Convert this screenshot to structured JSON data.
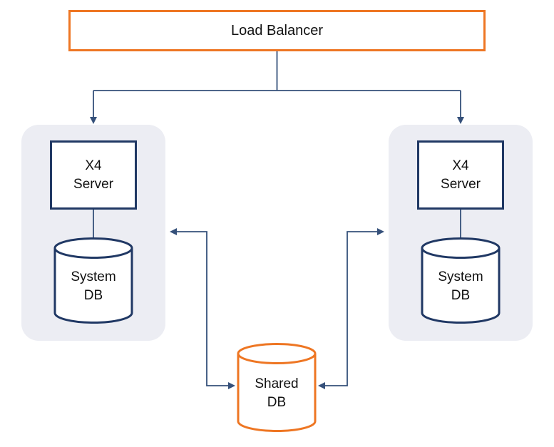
{
  "colors": {
    "orange": "#EE7623",
    "navy": "#203864",
    "connector": "#35507A",
    "panel": "#ECEDF3",
    "text": "#111111"
  },
  "nodes": {
    "load_balancer": {
      "label": "Load Balancer"
    },
    "server_left": {
      "line1": "X4",
      "line2": "Server"
    },
    "server_right": {
      "line1": "X4",
      "line2": "Server"
    },
    "db_left": {
      "line1": "System",
      "line2": "DB"
    },
    "db_right": {
      "line1": "System",
      "line2": "DB"
    },
    "db_shared": {
      "line1": "Shared",
      "line2": "DB"
    }
  }
}
